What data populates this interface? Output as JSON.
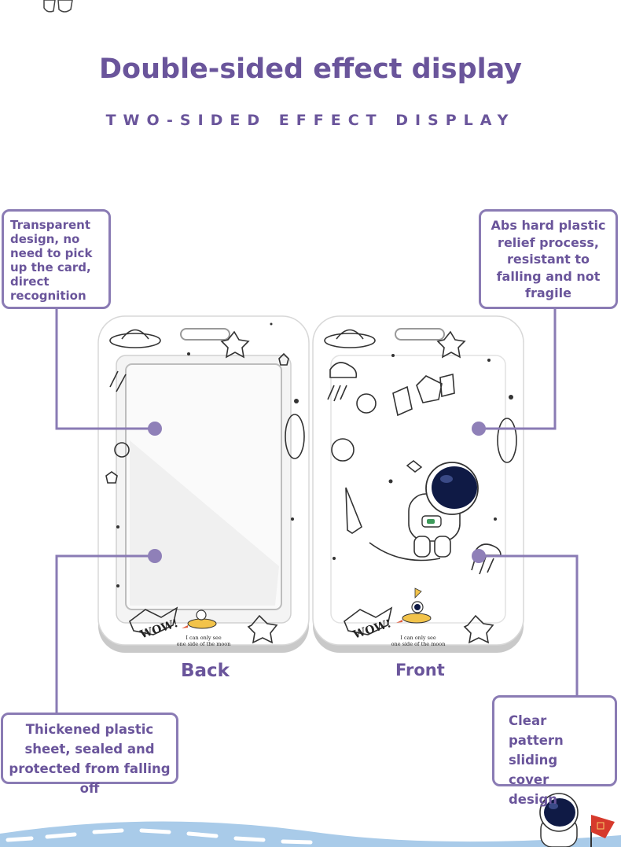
{
  "header": {
    "title": "Double-sided effect display",
    "subtitle": "TWO-SIDED EFFECT DISPLAY"
  },
  "callouts": {
    "transparent": "Transparent design, no need to pick up the card, direct recognition",
    "abs": "Abs hard plastic relief process, resistant to falling and not fragile",
    "thickened": "Thickened plastic sheet, sealed and protected from falling off",
    "sliding": "Clear pattern sliding cover design"
  },
  "cards": {
    "back_label": "Back",
    "front_label": "Front",
    "moon_text_line1": "I can only see",
    "moon_text_line2": "one side of the moon",
    "wow_text": "WOW!"
  },
  "colors": {
    "accent": "#6a559b",
    "line": "#8a7bb4",
    "dot": "#8f80b8",
    "wave": "#a9cbe9"
  }
}
